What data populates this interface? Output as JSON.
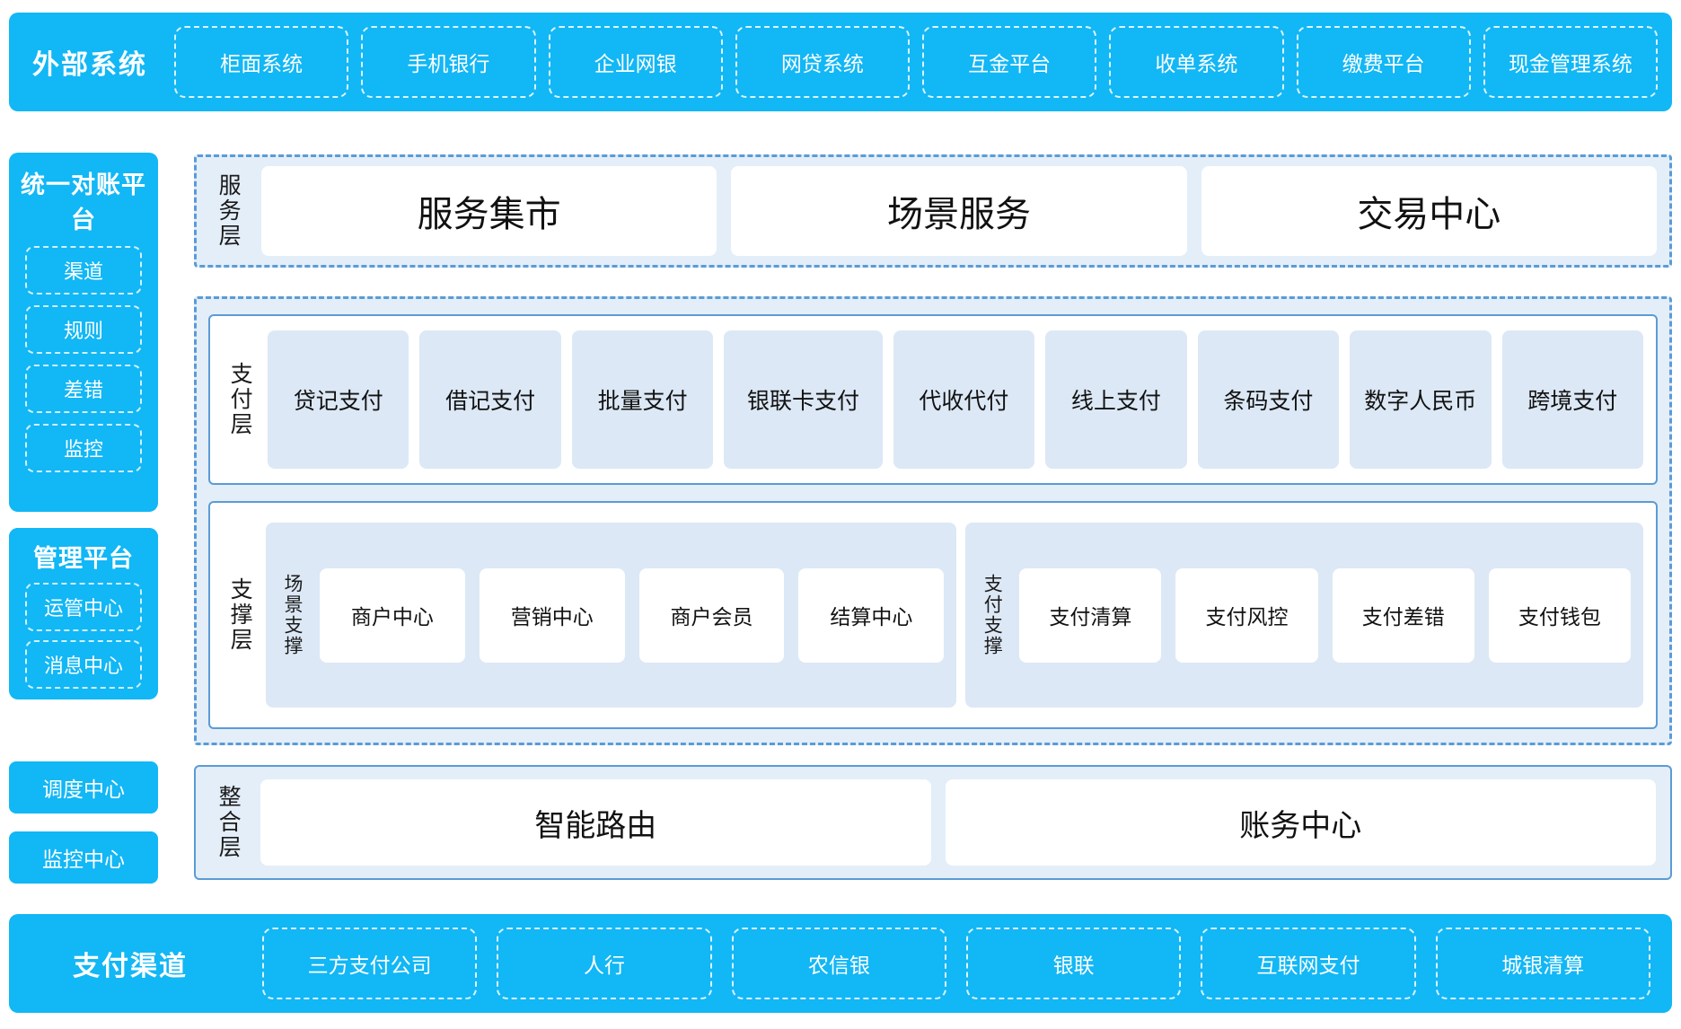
{
  "external_systems": {
    "title": "外部系统",
    "items": [
      "柜面系统",
      "手机银行",
      "企业网银",
      "网贷系统",
      "互金平台",
      "收单系统",
      "缴费平台",
      "现金管理系统"
    ]
  },
  "recon_platform": {
    "title": "统一对账平台",
    "items": [
      "渠道",
      "规则",
      "差错",
      "监控"
    ]
  },
  "mgmt_platform": {
    "title": "管理平台",
    "items": [
      "运管中心",
      "消息中心"
    ]
  },
  "standalone": {
    "scheduler": "调度中心",
    "monitor": "监控中心"
  },
  "service_layer": {
    "label": "服务层",
    "items": [
      "服务集市",
      "场景服务",
      "交易中心"
    ]
  },
  "payment_layer": {
    "label": "支付层",
    "items": [
      "贷记支付",
      "借记支付",
      "批量支付",
      "银联卡支付",
      "代收代付",
      "线上支付",
      "条码支付",
      "数字人民币",
      "跨境支付"
    ]
  },
  "support_layer": {
    "label": "支撑层",
    "groups": [
      {
        "label": "场景支撑",
        "items": [
          "商户中心",
          "营销中心",
          "商户会员",
          "结算中心"
        ]
      },
      {
        "label": "支付支撑",
        "items": [
          "支付清算",
          "支付风控",
          "支付差错",
          "支付钱包"
        ]
      }
    ]
  },
  "integration_layer": {
    "label": "整合层",
    "items": [
      "智能路由",
      "账务中心"
    ]
  },
  "payment_channels": {
    "title": "支付渠道",
    "items": [
      "三方支付公司",
      "人行",
      "农信银",
      "银联",
      "互联网支付",
      "城银清算"
    ]
  },
  "colors": {
    "brand_blue": "#12B7F5",
    "outline_blue": "#5B9BD5",
    "tint_blue": "#E3EEF9",
    "card_tint": "#DCE8F5"
  }
}
